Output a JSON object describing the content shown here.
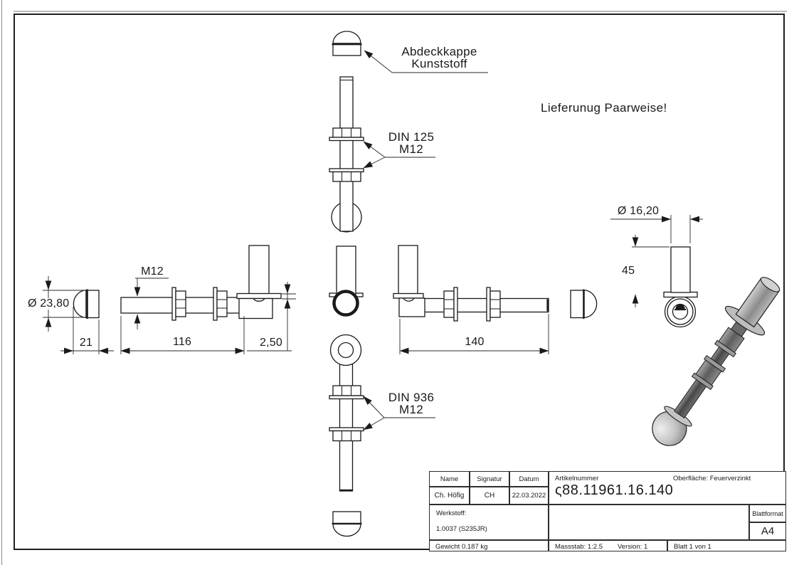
{
  "drawing": {
    "note": "Lieferunug Paarweise!",
    "callouts": {
      "cap": {
        "line1": "Abdeckkappe",
        "line2": "Kunststoff"
      },
      "washer": {
        "line1": "DIN 125",
        "line2": "M12"
      },
      "locknut": {
        "line1": "DIN 936",
        "line2": "M12"
      },
      "thread": "M12"
    },
    "dimensions": {
      "cap_diameter": "Ø 23,80",
      "cap_length": "21",
      "thread_length": "116",
      "flange_thickness": "2,50",
      "total_length": "140",
      "tube_diameter": "Ø 16,20",
      "tube_length": "45"
    }
  },
  "titleblock": {
    "headers": {
      "name": "Name",
      "signatur": "Signatur",
      "datum": "Datum",
      "artikelnummer": "Artikelnummer",
      "blattformat": "Blattformat"
    },
    "values": {
      "name": "Ch. Höfig",
      "signatur": "CH",
      "datum": "22.03.2022",
      "artikelnummer": "ς88.11961.16.140",
      "blattformat": "A4"
    },
    "oberflaeche": "Oberfläche:  Feuerverzinkt",
    "werkstoff_label": "Werkstoff:",
    "werkstoff_value": "1.0037 (S235JR)",
    "gewicht": "Gewicht 0.187 kg",
    "massstab": "Massstab: 1:2.5",
    "version": "Version: 1",
    "blatt": "Blatt 1 von 1"
  }
}
